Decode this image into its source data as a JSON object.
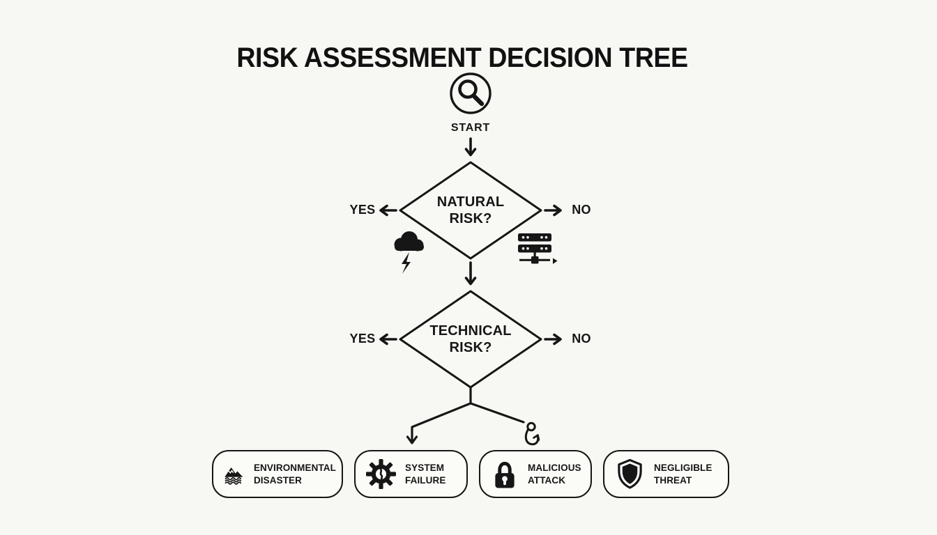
{
  "title": "RISK ASSESSMENT DECISION TREE",
  "start": {
    "label": "START",
    "icon": "magnifier-icon"
  },
  "decisions": [
    {
      "label": "NATURAL\nRISK?",
      "yes": "YES",
      "no": "NO",
      "side_icons": [
        "storm-cloud-icon",
        "server-rack-icon"
      ]
    },
    {
      "label": "TECHNICAL\nRISK?",
      "yes": "YES",
      "no": "NO"
    }
  ],
  "outcomes": [
    {
      "label": "ENVIRONMENTAL\nDISASTER",
      "icon": "mountain-flood-icon"
    },
    {
      "label": "SYSTEM\nFAILURE",
      "icon": "broken-gear-icon"
    },
    {
      "label": "MALICIOUS\nATTACK",
      "icon": "padlock-icon"
    },
    {
      "label": "NEGLIGIBLE\nTHREAT",
      "icon": "shield-icon"
    }
  ],
  "colors": {
    "ink": "#161616",
    "background": "#f7f7f4"
  }
}
